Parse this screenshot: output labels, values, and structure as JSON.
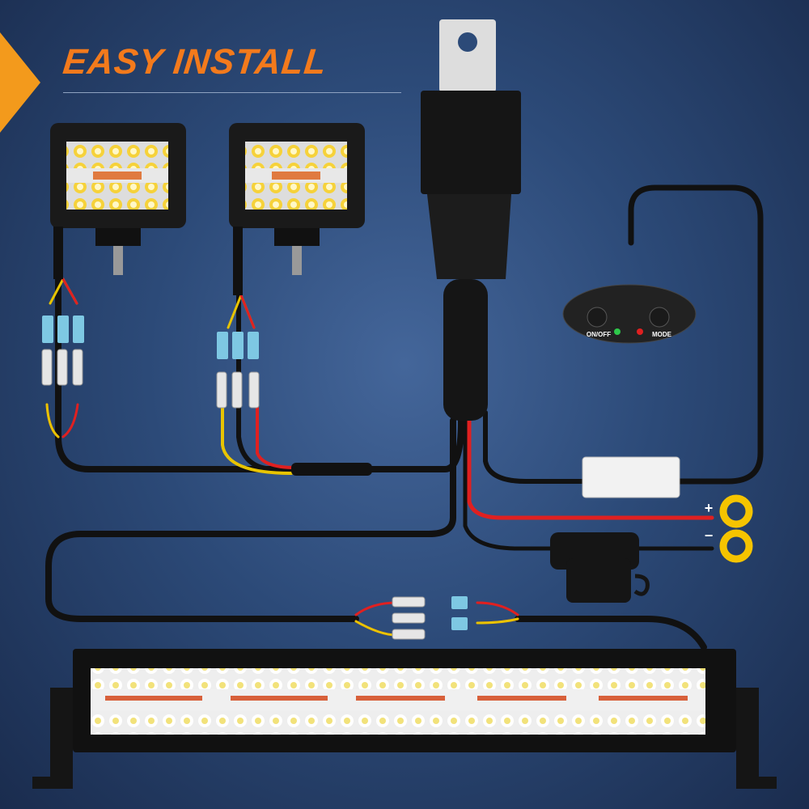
{
  "title": "EASY INSTALL",
  "switch": {
    "on_off_label": "ON/OFF",
    "mode_label": "MODE"
  },
  "battery": {
    "positive": "+",
    "negative": "−"
  },
  "colors": {
    "accent": "#f37a1c",
    "ring": "#f5c400",
    "wire_red": "#e02020",
    "wire_yellow": "#e8c400"
  }
}
